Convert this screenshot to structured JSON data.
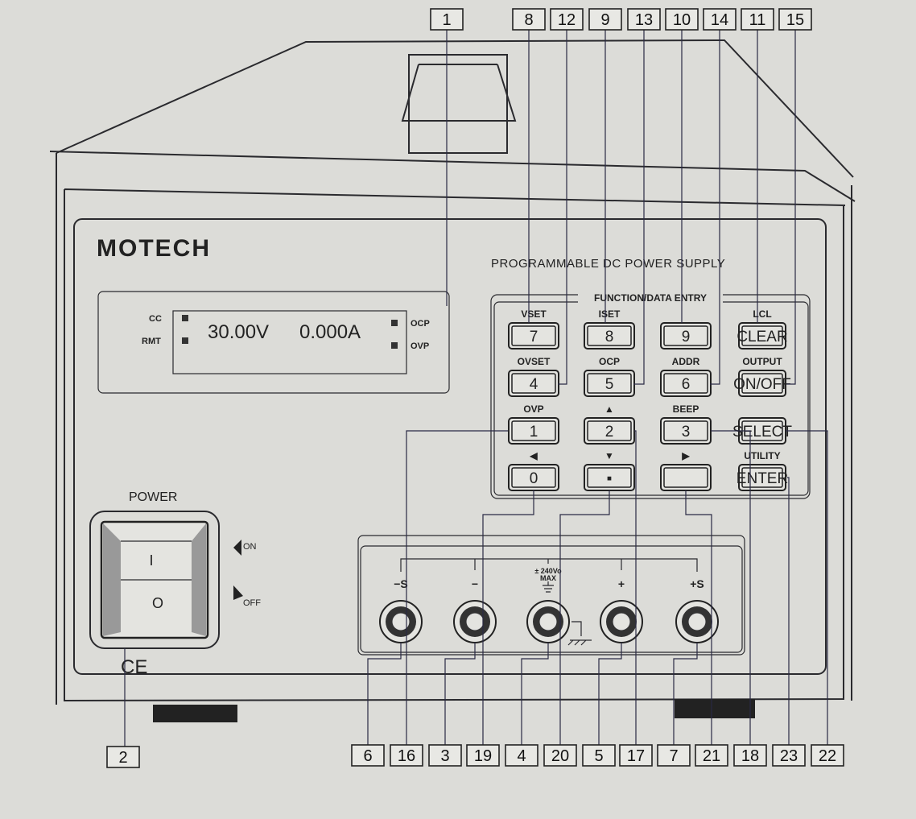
{
  "brand": "MOTECH",
  "product": "PROGRAMMABLE DC POWER SUPPLY",
  "display": {
    "cc": "CC",
    "rmt": "RMT",
    "voltage": "30.00V",
    "current": "0.000A",
    "ocp": "OCP",
    "ovp": "OVP"
  },
  "keypad": {
    "title": "FUNCTION/DATA ENTRY",
    "keys": [
      {
        "label": "7",
        "func": "VSET"
      },
      {
        "label": "8",
        "func": "ISET"
      },
      {
        "label": "9",
        "func": ""
      },
      {
        "label": "CLEAR",
        "func": "LCL"
      },
      {
        "label": "4",
        "func": "OVSET"
      },
      {
        "label": "5",
        "func": "OCP"
      },
      {
        "label": "6",
        "func": "ADDR"
      },
      {
        "label": "ON/OFF",
        "func": "OUTPUT"
      },
      {
        "label": "1",
        "func": "OVP"
      },
      {
        "label": "2",
        "func": "▲"
      },
      {
        "label": "3",
        "func": "BEEP"
      },
      {
        "label": "SELECT",
        "func": ""
      },
      {
        "label": "0",
        "func": "◀"
      },
      {
        "label": "▪",
        "func": "▼"
      },
      {
        "label": "",
        "func": "▶"
      },
      {
        "label": "ENTER",
        "func": "UTILITY"
      }
    ]
  },
  "power": {
    "label": "POWER",
    "on_mark": "I",
    "off_mark": "O",
    "on": "ON",
    "off": "OFF",
    "ce": "CE"
  },
  "terminals": [
    {
      "label": "−S"
    },
    {
      "label": "−"
    },
    {
      "label": "± 240Vo",
      "sub": "MAX"
    },
    {
      "label": "+"
    },
    {
      "label": "+S"
    }
  ],
  "callouts_top": [
    "1",
    "8",
    "12",
    "9",
    "13",
    "10",
    "14",
    "11",
    "15"
  ],
  "callouts_bottom": [
    "6",
    "16",
    "3",
    "19",
    "4",
    "20",
    "5",
    "17",
    "7",
    "21",
    "18",
    "23",
    "22"
  ],
  "callout_power": "2"
}
